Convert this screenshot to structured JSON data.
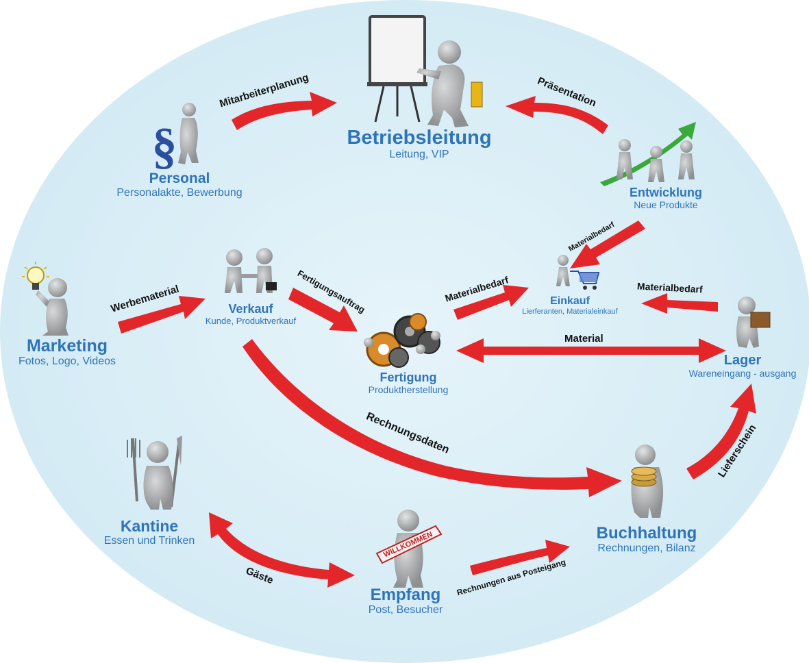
{
  "nodes": {
    "betriebsleitung": {
      "title": "Betriebsleitung",
      "sub": "Leitung, VIP"
    },
    "personal": {
      "title": "Personal",
      "sub": "Personalakte, Bewerbung"
    },
    "entwicklung": {
      "title": "Entwicklung",
      "sub": "Neue Produkte"
    },
    "marketing": {
      "title": "Marketing",
      "sub": "Fotos, Logo, Videos"
    },
    "verkauf": {
      "title": "Verkauf",
      "sub": "Kunde, Produktverkauf"
    },
    "einkauf": {
      "title": "Einkauf",
      "sub": "Lierferanten, Materialeinkauf"
    },
    "fertigung": {
      "title": "Fertigung",
      "sub": "Produktherstellung"
    },
    "lager": {
      "title": "Lager",
      "sub": "Wareneingang - ausgang"
    },
    "kantine": {
      "title": "Kantine",
      "sub": "Essen und Trinken"
    },
    "empfang": {
      "title": "Empfang",
      "sub": "Post, Besucher"
    },
    "buchhaltung": {
      "title": "Buchhaltung",
      "sub": "Rechnungen, Bilanz"
    }
  },
  "arrows": {
    "mitarbeiterplanung": "Mitarbeiterplanung",
    "praesentation": "Präsentation",
    "materialbedarf_entwicklung": "Materialbedarf",
    "werbematerial": "Werbematerial",
    "fertigungsauftrag": "Fertigungsauftrag",
    "materialbedarf_fertigung": "Materialbedarf",
    "materialbedarf_lager": "Materialbedarf",
    "material": "Material",
    "rechnungsdaten": "Rechnungsdaten",
    "lieferschein": "Lieferschein",
    "gaeste": "Gäste",
    "rechnungen_post": "Rechnungen aus Posteigang"
  },
  "props": {
    "willkommen": "WILLKOMMEN"
  },
  "colors": {
    "background_ellipse": "#daeef6",
    "arrow_red": "#e3262a",
    "title_blue": "#2f74b8",
    "figure_grey": "#a8aaac",
    "growth_arrow_green": "#3aa83a",
    "gear_orange": "#d98a2a",
    "paragraph_blue": "#2a4fa0"
  }
}
